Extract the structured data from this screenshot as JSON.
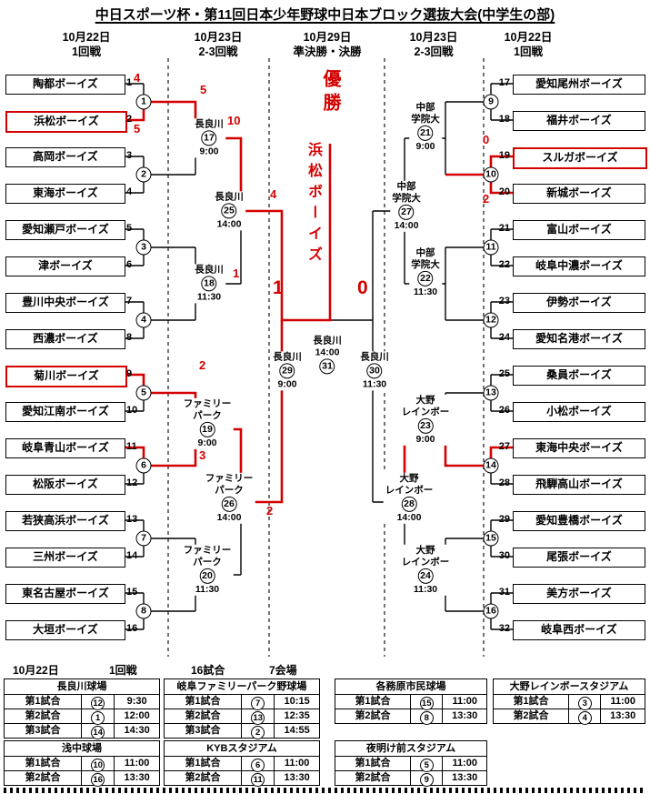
{
  "title": "中日スポーツ杯・第11回日本少年野球中日本ブロック選抜大会(中学生の部)",
  "columns": [
    {
      "date": "10月22日",
      "round": "1回戦"
    },
    {
      "date": "10月23日",
      "round": "2-3回戦"
    },
    {
      "date": "10月29日",
      "round": "準決勝・決勝"
    },
    {
      "date": "10月23日",
      "round": "2-3回戦"
    },
    {
      "date": "10月22日",
      "round": "1回戦"
    }
  ],
  "champion": {
    "label": "優勝",
    "team": "浜松ボーイズ"
  },
  "teams_left": [
    {
      "seed": 1,
      "name": "陶都ボーイズ",
      "boxed": false
    },
    {
      "seed": 2,
      "name": "浜松ボーイズ",
      "boxed": true
    },
    {
      "seed": 3,
      "name": "高岡ボーイズ",
      "boxed": false
    },
    {
      "seed": 4,
      "name": "東海ボーイズ",
      "boxed": false
    },
    {
      "seed": 5,
      "name": "愛知瀬戸ボーイズ",
      "boxed": false
    },
    {
      "seed": 6,
      "name": "津ボーイズ",
      "boxed": false
    },
    {
      "seed": 7,
      "name": "豊川中央ボーイズ",
      "boxed": false
    },
    {
      "seed": 8,
      "name": "西濃ボーイズ",
      "boxed": false
    },
    {
      "seed": 9,
      "name": "菊川ボーイズ",
      "boxed": true
    },
    {
      "seed": 10,
      "name": "愛知江南ボーイズ",
      "boxed": false
    },
    {
      "seed": 11,
      "name": "岐阜青山ボーイズ",
      "boxed": false
    },
    {
      "seed": 12,
      "name": "松阪ボーイズ",
      "boxed": false
    },
    {
      "seed": 13,
      "name": "若狭高浜ボーイズ",
      "boxed": false
    },
    {
      "seed": 14,
      "name": "三州ボーイズ",
      "boxed": false
    },
    {
      "seed": 15,
      "name": "東名古屋ボーイズ",
      "boxed": false
    },
    {
      "seed": 16,
      "name": "大垣ボーイズ",
      "boxed": false
    }
  ],
  "teams_right": [
    {
      "seed": 17,
      "name": "愛知尾州ボーイズ",
      "boxed": false
    },
    {
      "seed": 18,
      "name": "福井ボーイズ",
      "boxed": false
    },
    {
      "seed": 19,
      "name": "スルガボーイズ",
      "boxed": true
    },
    {
      "seed": 20,
      "name": "新城ボーイズ",
      "boxed": false
    },
    {
      "seed": 21,
      "name": "富山ボーイズ",
      "boxed": false
    },
    {
      "seed": 22,
      "name": "岐阜中濃ボーイズ",
      "boxed": false
    },
    {
      "seed": 23,
      "name": "伊勢ボーイズ",
      "boxed": false
    },
    {
      "seed": 24,
      "name": "愛知名港ボーイズ",
      "boxed": false
    },
    {
      "seed": 25,
      "name": "桑員ボーイズ",
      "boxed": false
    },
    {
      "seed": 26,
      "name": "小松ボーイズ",
      "boxed": false
    },
    {
      "seed": 27,
      "name": "東海中央ボーイズ",
      "boxed": false
    },
    {
      "seed": 28,
      "name": "飛騨高山ボーイズ",
      "boxed": false
    },
    {
      "seed": 29,
      "name": "愛知豊橋ボーイズ",
      "boxed": false
    },
    {
      "seed": 30,
      "name": "尾張ボーイズ",
      "boxed": false
    },
    {
      "seed": 31,
      "name": "美方ボーイズ",
      "boxed": false
    },
    {
      "seed": 32,
      "name": "岐阜西ボーイズ",
      "boxed": false
    }
  ],
  "round1_left_games": [
    1,
    2,
    3,
    4,
    5,
    6,
    7,
    8
  ],
  "round1_right_games": [
    9,
    10,
    11,
    12,
    13,
    14,
    15,
    16
  ],
  "venue_blocks": [
    {
      "game": 17,
      "venue_lines": [
        "長良川"
      ],
      "time": "9:00",
      "time_first": false
    },
    {
      "game": 25,
      "venue_lines": [
        "長良川"
      ],
      "time": "14:00",
      "time_first": false
    },
    {
      "game": 18,
      "venue_lines": [
        "長良川"
      ],
      "time": "11:30",
      "time_first": false
    },
    {
      "game": 19,
      "venue_lines": [
        "ファミリー",
        "パーク"
      ],
      "time": "9:00",
      "time_first": false
    },
    {
      "game": 26,
      "venue_lines": [
        "ファミリー",
        "パーク"
      ],
      "time": "14:00",
      "time_first": false
    },
    {
      "game": 20,
      "venue_lines": [
        "ファミリー",
        "パーク"
      ],
      "time": "11:30",
      "time_first": false
    },
    {
      "game": 21,
      "venue_lines": [
        "中部",
        "学院大"
      ],
      "time": "9:00",
      "time_first": false
    },
    {
      "game": 27,
      "venue_lines": [
        "中部",
        "学院大"
      ],
      "time": "14:00",
      "time_first": false
    },
    {
      "game": 22,
      "venue_lines": [
        "中部",
        "学院大"
      ],
      "time": "11:30",
      "time_first": false
    },
    {
      "game": 23,
      "venue_lines": [
        "大野",
        "レインボー"
      ],
      "time": "9:00",
      "time_first": false
    },
    {
      "game": 28,
      "venue_lines": [
        "大野",
        "レインボー"
      ],
      "time": "14:00",
      "time_first": false
    },
    {
      "game": 24,
      "venue_lines": [
        "大野",
        "レインボー"
      ],
      "time": "11:30",
      "time_first": false
    },
    {
      "game": 29,
      "venue_lines": [
        "長良川"
      ],
      "time": "9:00",
      "time_first": false
    },
    {
      "game": 31,
      "venue_lines": [
        "長良川"
      ],
      "time": "14:00",
      "time_first": true
    },
    {
      "game": 30,
      "venue_lines": [
        "長良川"
      ],
      "time": "11:30",
      "time_first": false
    }
  ],
  "scores": [
    {
      "id": "g1-top",
      "value": "4"
    },
    {
      "id": "g1-bottom",
      "value": "5"
    },
    {
      "id": "g17-score",
      "value": "5"
    },
    {
      "id": "g25-score",
      "value": "10"
    },
    {
      "id": "g25-loser",
      "value": "1"
    },
    {
      "id": "g29-top",
      "value": "4"
    },
    {
      "id": "g19-top",
      "value": "2"
    },
    {
      "id": "g19-bottom",
      "value": "3"
    },
    {
      "id": "g29-bottom",
      "value": "2"
    },
    {
      "id": "final-left",
      "value": "1"
    },
    {
      "id": "final-right",
      "value": "0"
    },
    {
      "id": "g10-top",
      "value": "0"
    },
    {
      "id": "g10-bottom",
      "value": "2"
    }
  ],
  "schedule_header": {
    "date": "10月22日",
    "round": "1回戦",
    "games_count": "16試合",
    "venues_count": "7会場"
  },
  "schedule_tables": [
    {
      "venue": "長良川球場",
      "rows": [
        {
          "label": "第1試合",
          "game": 12,
          "time": "9:30"
        },
        {
          "label": "第2試合",
          "game": 1,
          "time": "12:00"
        },
        {
          "label": "第3試合",
          "game": 14,
          "time": "14:30"
        }
      ]
    },
    {
      "venue": "岐阜ファミリーパーク野球場",
      "rows": [
        {
          "label": "第1試合",
          "game": 7,
          "time": "10:15"
        },
        {
          "label": "第2試合",
          "game": 13,
          "time": "12:35"
        },
        {
          "label": "第3試合",
          "game": 2,
          "time": "14:55"
        }
      ]
    },
    {
      "venue": "各務原市民球場",
      "rows": [
        {
          "label": "第1試合",
          "game": 15,
          "time": "11:00"
        },
        {
          "label": "第2試合",
          "game": 8,
          "time": "13:30"
        }
      ]
    },
    {
      "venue": "大野レインボースタジアム",
      "rows": [
        {
          "label": "第1試合",
          "game": 3,
          "time": "11:00"
        },
        {
          "label": "第2試合",
          "game": 4,
          "time": "13:30"
        }
      ]
    },
    {
      "venue": "浅中球場",
      "rows": [
        {
          "label": "第1試合",
          "game": 10,
          "time": "11:00"
        },
        {
          "label": "第2試合",
          "game": 16,
          "time": "13:30"
        }
      ]
    },
    {
      "venue": "KYBスタジアム",
      "rows": [
        {
          "label": "第1試合",
          "game": 6,
          "time": "11:00"
        },
        {
          "label": "第2試合",
          "game": 11,
          "time": "13:30"
        }
      ]
    },
    {
      "venue": "夜明け前スタジアム",
      "rows": [
        {
          "label": "第1試合",
          "game": 5,
          "time": "11:00"
        },
        {
          "label": "第2試合",
          "game": 9,
          "time": "13:30"
        }
      ]
    }
  ],
  "colors": {
    "accent_red": "#d40000",
    "line": "#000000"
  }
}
